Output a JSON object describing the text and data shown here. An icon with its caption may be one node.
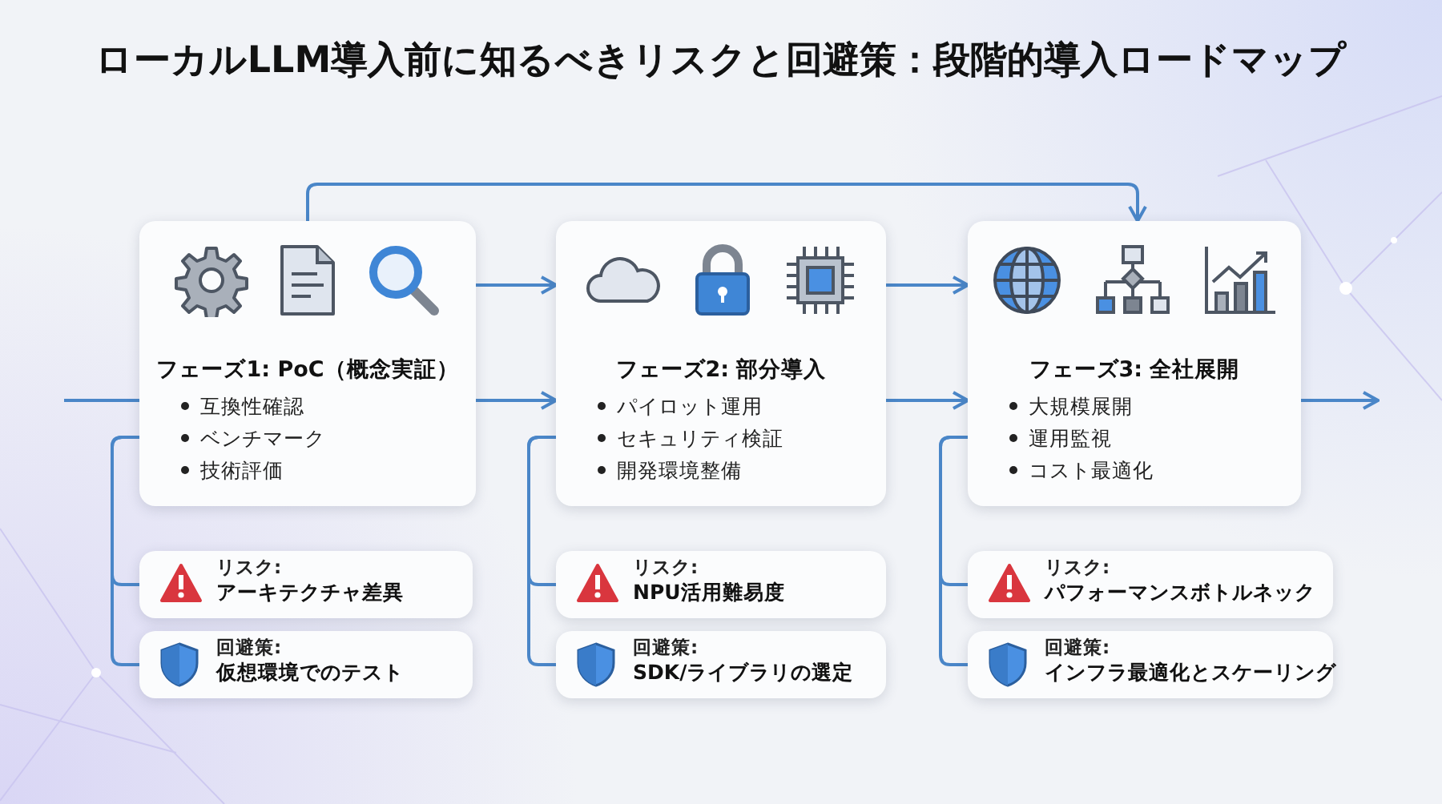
{
  "diagram": {
    "title": "ローカルLLM導入前に知るべきリスクと回避策：段階的導入ロードマップ",
    "nodes": [
      {
        "text": [
          "フェーズ1: PoC（概念実証）",
          "互換性確認",
          "ベンチマーク",
          "技術評価"
        ]
      },
      {
        "text": [
          "フェーズ2: 部分導入",
          "パイロット運用",
          "セキュリティ検証",
          "開発環境整備"
        ]
      },
      {
        "text": [
          "フェーズ3: 全社展開",
          "大規模展開",
          "運用監視",
          "コスト最適化"
        ]
      },
      {
        "text": [
          "リスク:",
          "アーキテクチャ差異"
        ]
      },
      {
        "text": [
          "回避策:",
          "仮想環境でのテスト"
        ]
      },
      {
        "text": [
          "リスク:",
          "NPU活用難易度"
        ]
      },
      {
        "text": [
          "回避策:",
          "SDK/ライブラリの選定"
        ]
      },
      {
        "text": [
          "リスク:",
          "パフォーマンスボトルネック"
        ]
      },
      {
        "text": [
          "回避策:",
          "インフラ最適化とスケーリング"
        ]
      }
    ],
    "edges": [
      {
        "from": null,
        "to": 0,
        "arrow": "none"
      },
      {
        "from": 0,
        "to": 1,
        "arrow": "to"
      },
      {
        "from": 0,
        "to": 1,
        "arrow": "to"
      },
      {
        "from": 1,
        "to": 2,
        "arrow": "to"
      },
      {
        "from": 1,
        "to": 2,
        "arrow": "to"
      },
      {
        "from": 0,
        "to": 2,
        "arrow": "to"
      },
      {
        "from": 2,
        "to": null,
        "arrow": "to"
      },
      {
        "from": 0,
        "to": 3,
        "arrow": "none"
      },
      {
        "from": 0,
        "to": 4,
        "arrow": "none"
      },
      {
        "from": 1,
        "to": 5,
        "arrow": "none"
      },
      {
        "from": 1,
        "to": 6,
        "arrow": "none"
      },
      {
        "from": 2,
        "to": 7,
        "arrow": "none"
      },
      {
        "from": 2,
        "to": 8,
        "arrow": "none"
      }
    ]
  }
}
